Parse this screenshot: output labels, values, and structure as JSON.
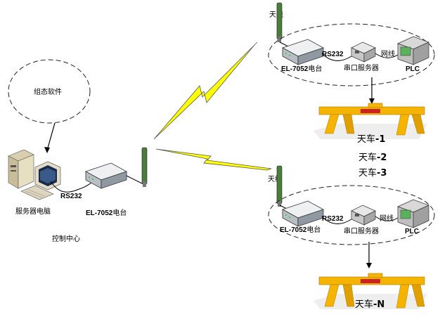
{
  "labels": {
    "software": "组态软件",
    "server_pc": "服务器电脑",
    "control_center": "控制中心",
    "rs232": "RS232",
    "radio_model": "EL-7052",
    "radio_suffix": "电台",
    "antenna": "天线",
    "serial_server": "串口服务器",
    "network_cable": "网线",
    "plc": "PLC"
  },
  "cranes": {
    "crane1_prefix": "天车",
    "crane1_num": "-1",
    "crane2_prefix": "天车",
    "crane2_num": "-2",
    "crane3_prefix": "天车",
    "crane3_num": "-3",
    "craneN_prefix": "天车",
    "craneN_num": "-N"
  },
  "colors": {
    "lightning_fill": "#ffff00",
    "lightning_stroke": "#555555",
    "crane_yellow": "#f5b400",
    "crane_shadow": "#999999",
    "antenna_green": "#4a7c3a",
    "sign_red": "#cc2222"
  }
}
